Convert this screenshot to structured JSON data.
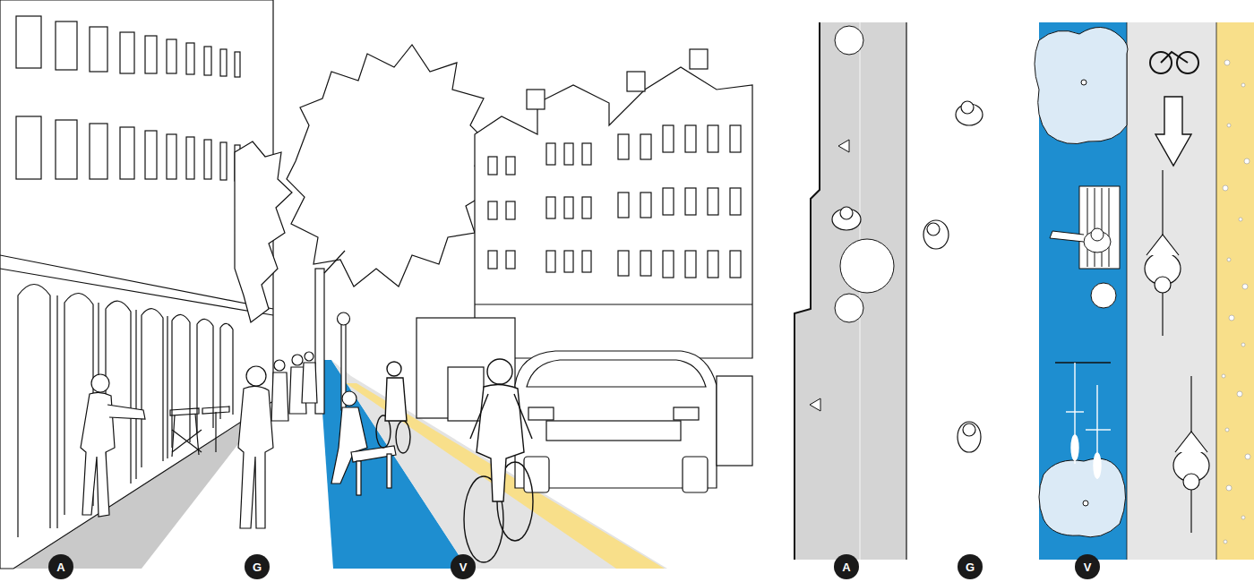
{
  "diagram": {
    "nodes": [
      {
        "text": [
          "A"
        ]
      },
      {
        "text": [
          "G"
        ]
      },
      {
        "text": [
          "V"
        ]
      },
      {
        "text": [
          "A"
        ]
      },
      {
        "text": [
          "G"
        ]
      },
      {
        "text": [
          "V"
        ]
      }
    ]
  }
}
